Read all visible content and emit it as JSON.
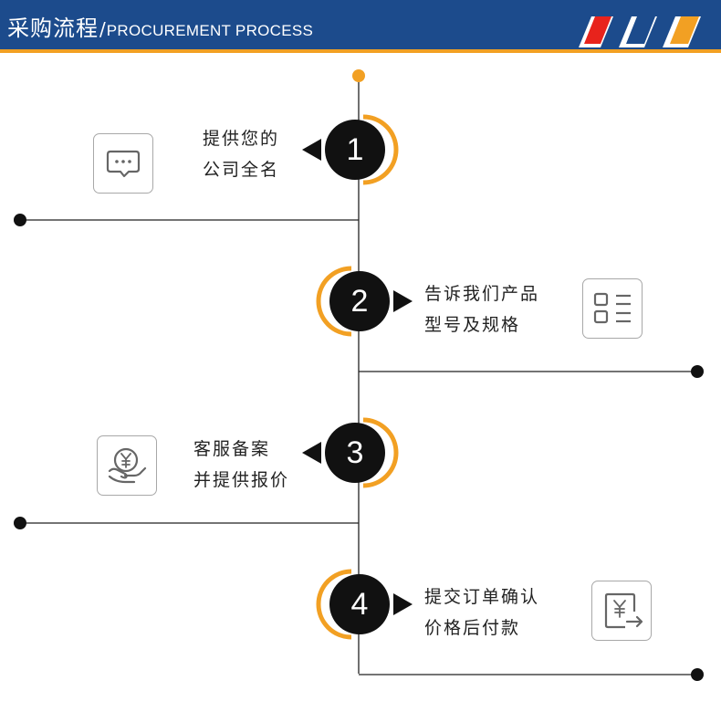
{
  "header": {
    "title_cn": "采购流程",
    "separator": "/",
    "title_en": "PROCUREMENT PROCESS",
    "stripe_colors": [
      "#e8231c",
      "#1c4b8c",
      "#f2a023"
    ]
  },
  "colors": {
    "header_bg": "#1c4b8c",
    "accent_orange": "#f2a023",
    "line": "#222222",
    "circle": "#111111"
  },
  "steps": [
    {
      "number": "1",
      "line1": "提供您的",
      "line2": "公司全名",
      "icon": "chat-bubble-icon"
    },
    {
      "number": "2",
      "line1": "告诉我们产品",
      "line2": "型号及规格",
      "icon": "list-icon"
    },
    {
      "number": "3",
      "line1": "客服备案",
      "line2": "并提供报价",
      "icon": "yuan-hand-icon"
    },
    {
      "number": "4",
      "line1": "提交订单确认",
      "line2": "价格后付款",
      "icon": "yuan-document-icon"
    }
  ]
}
